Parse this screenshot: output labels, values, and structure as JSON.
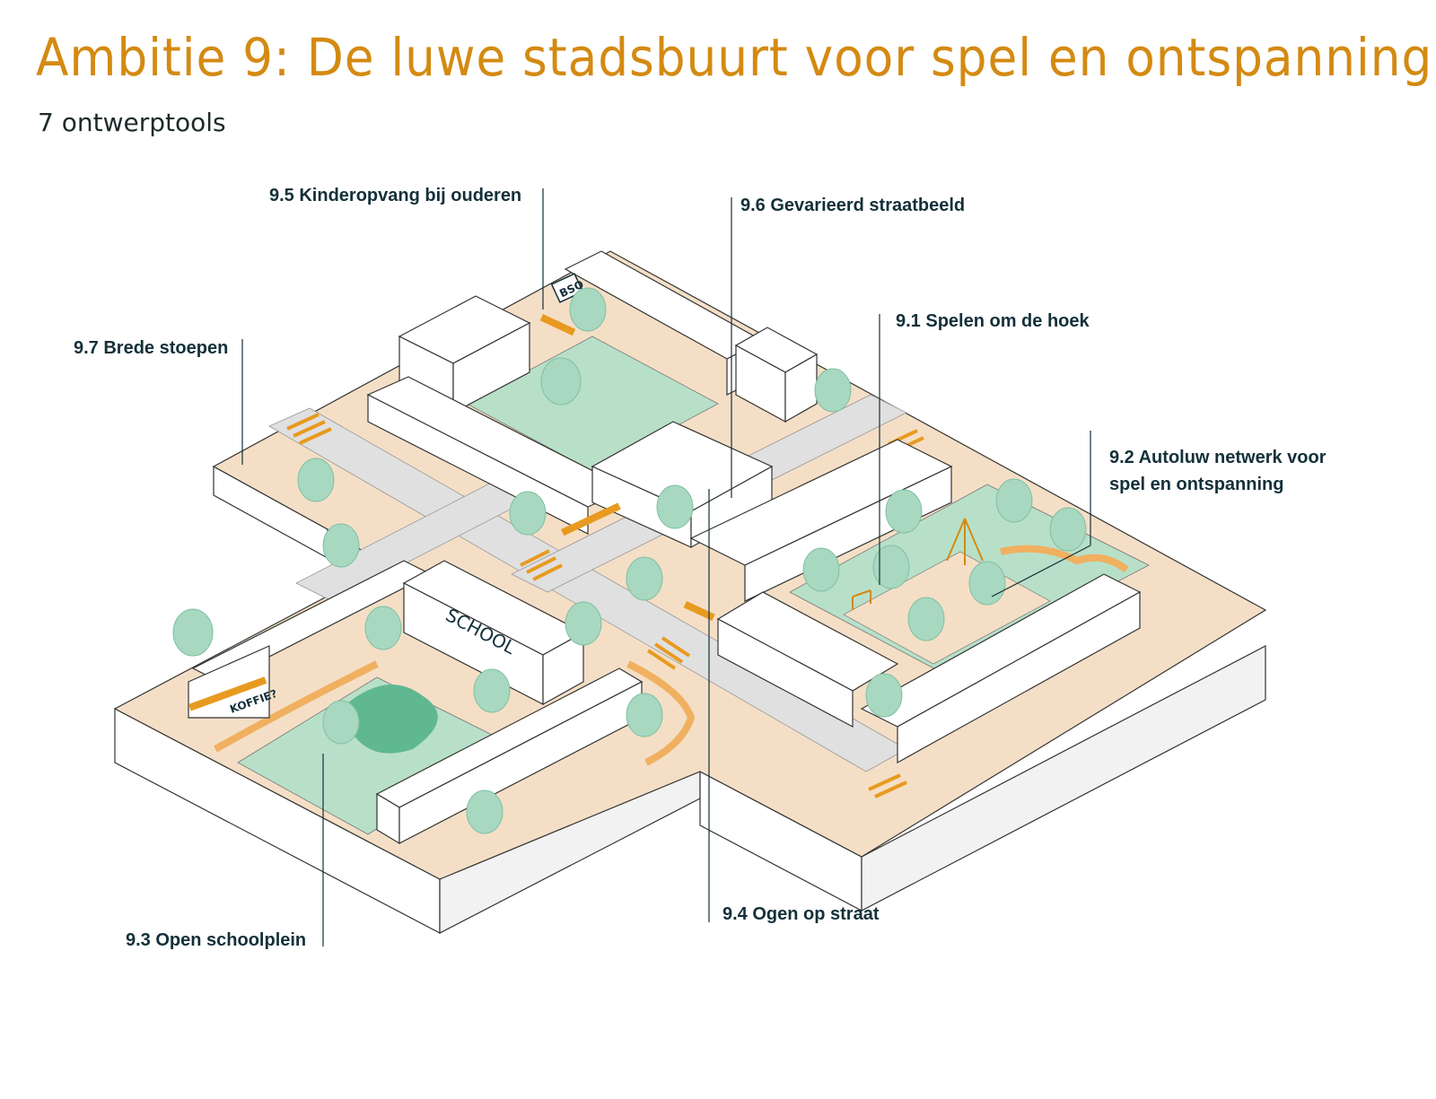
{
  "header": {
    "title": "Ambitie 9: De luwe stadsbuurt voor spel en ontspanning",
    "subtitle": "7 ontwerptools"
  },
  "tools": [
    {
      "id": "9.1",
      "label": "9.1 Spelen om de hoek"
    },
    {
      "id": "9.2",
      "label_line1": "9.2 Autoluw netwerk voor",
      "label_line2": "spel en ontspanning"
    },
    {
      "id": "9.3",
      "label": "9.3 Open schoolplein"
    },
    {
      "id": "9.4",
      "label": "9.4 Ogen op straat"
    },
    {
      "id": "9.5",
      "label": "9.5 Kinderopvang bij ouderen"
    },
    {
      "id": "9.6",
      "label": "9.6 Gevarieerd straatbeeld"
    },
    {
      "id": "9.7",
      "label": "9.7 Brede stoepen"
    }
  ],
  "building_signs": {
    "bso": "BSO",
    "school": "SCHOOL",
    "koffie": "KOFFIE?"
  },
  "colors": {
    "accent": "#d48a12",
    "text": "#14303a",
    "sidewalk": "#f4dfc6",
    "street": "#e0e0e0",
    "green": "#b8e0c8",
    "dark_green": "#5fb890",
    "tree": "#a8d8c0",
    "orange_path": "#f0b060"
  }
}
